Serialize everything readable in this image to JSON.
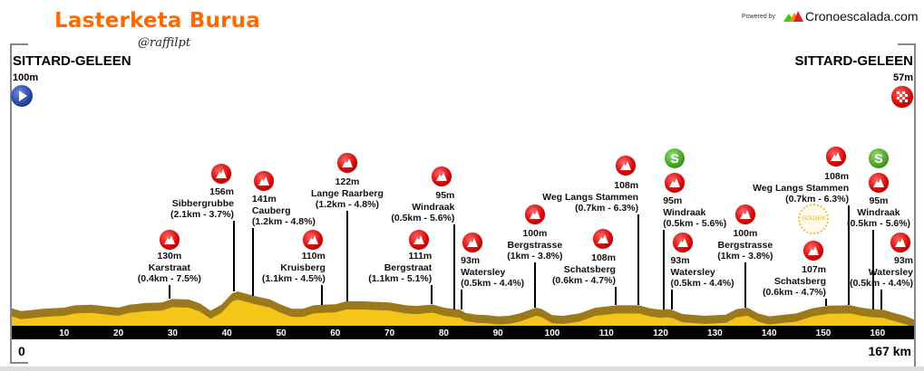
{
  "header": {
    "title": "Lasterketa Burua",
    "handle": "@raffilpt",
    "powered_by": "Powered by",
    "brand": "Cronoescalada.com"
  },
  "start": {
    "city": "SITTARD-GELEEN",
    "altitude": "100m",
    "icon": "start-play-icon"
  },
  "finish": {
    "city": "SITTARD-GELEEN",
    "altitude": "57m",
    "icon": "finish-checkered-icon"
  },
  "axis": {
    "start_label": "0",
    "end_label": "167 km"
  },
  "colors": {
    "profile": "#f5c518",
    "shade": "#9c7a1b",
    "kom": "#d40000",
    "sprint": "#3c9a1a",
    "axis": "#000000"
  },
  "chart_data": {
    "type": "area",
    "title": "Lasterketa Burua",
    "xlabel": "km",
    "ylabel": "m",
    "xlim": [
      0,
      167
    ],
    "x_ticks": [
      10,
      20,
      30,
      40,
      50,
      60,
      70,
      80,
      90,
      100,
      110,
      120,
      130,
      140,
      150,
      160
    ],
    "profile": [
      [
        0,
        100
      ],
      [
        2,
        88
      ],
      [
        4,
        92
      ],
      [
        6,
        96
      ],
      [
        8,
        98
      ],
      [
        10,
        100
      ],
      [
        12,
        108
      ],
      [
        15,
        110
      ],
      [
        18,
        104
      ],
      [
        20,
        100
      ],
      [
        22,
        110
      ],
      [
        25,
        116
      ],
      [
        28,
        118
      ],
      [
        30,
        130
      ],
      [
        33,
        128
      ],
      [
        35,
        115
      ],
      [
        37,
        90
      ],
      [
        39,
        110
      ],
      [
        41,
        150
      ],
      [
        42,
        156
      ],
      [
        45,
        141
      ],
      [
        48,
        128
      ],
      [
        50,
        110
      ],
      [
        52,
        96
      ],
      [
        54,
        96
      ],
      [
        56,
        108
      ],
      [
        57.5,
        110
      ],
      [
        60,
        112
      ],
      [
        62,
        122
      ],
      [
        65,
        122
      ],
      [
        70,
        118
      ],
      [
        73,
        108
      ],
      [
        75,
        106
      ],
      [
        78,
        111
      ],
      [
        80,
        100
      ],
      [
        82,
        95
      ],
      [
        83,
        93
      ],
      [
        84,
        82
      ],
      [
        86,
        76
      ],
      [
        88,
        74
      ],
      [
        90,
        70
      ],
      [
        92,
        72
      ],
      [
        94,
        80
      ],
      [
        97,
        100
      ],
      [
        98,
        96
      ],
      [
        100,
        74
      ],
      [
        102,
        72
      ],
      [
        105,
        80
      ],
      [
        108,
        100
      ],
      [
        112,
        108
      ],
      [
        116,
        108
      ],
      [
        118,
        98
      ],
      [
        120,
        93
      ],
      [
        121,
        95
      ],
      [
        122,
        93
      ],
      [
        124,
        78
      ],
      [
        128,
        72
      ],
      [
        132,
        76
      ],
      [
        134,
        95
      ],
      [
        136,
        100
      ],
      [
        138,
        80
      ],
      [
        140,
        70
      ],
      [
        145,
        80
      ],
      [
        148,
        98
      ],
      [
        151,
        107
      ],
      [
        155,
        108
      ],
      [
        157,
        100
      ],
      [
        159,
        95
      ],
      [
        161,
        93
      ],
      [
        163,
        82
      ],
      [
        165,
        72
      ],
      [
        167,
        57
      ]
    ],
    "climbs": [
      {
        "km": 29.4,
        "altitude": "130m",
        "name": "Karstraat",
        "stats": "(0.4km - 7.5%)"
      },
      {
        "km": 41.3,
        "altitude": "156m",
        "name": "Sibbergrubbe",
        "stats": "(2.1km - 3.7%)"
      },
      {
        "km": 44.8,
        "altitude": "141m",
        "name": "Cauberg",
        "stats": "(1.2km - 4.8%)"
      },
      {
        "km": 57.5,
        "altitude": "110m",
        "name": "Kruisberg",
        "stats": "(1.1km - 4.5%)"
      },
      {
        "km": 62.2,
        "altitude": "122m",
        "name": "Lange Raarberg",
        "stats": "(1.2km - 4.8%)"
      },
      {
        "km": 77.8,
        "altitude": "111m",
        "name": "Bergstraat",
        "stats": "(1.1km - 5.1%)"
      },
      {
        "km": 82,
        "altitude": "95m",
        "name": "Windraak",
        "stats": "(0.5km - 5.6%)"
      },
      {
        "km": 83.3,
        "altitude": "93m",
        "name": "Watersley",
        "stats": "(0.5km - 4.4%)"
      },
      {
        "km": 96.8,
        "altitude": "100m",
        "name": "Bergstrasse",
        "stats": "(1km - 3.8%)"
      },
      {
        "km": 111.7,
        "altitude": "108m",
        "name": "Schatsberg",
        "stats": "(0.6km - 4.7%)"
      },
      {
        "km": 115.9,
        "altitude": "108m",
        "name": "Weg Langs Stammen",
        "stats": "(0.7km - 6.3%)"
      },
      {
        "km": 120.6,
        "altitude": "95m",
        "name": "Windraak",
        "stats": "(0.5km - 5.6%)",
        "sprint": "S"
      },
      {
        "km": 122,
        "altitude": "93m",
        "name": "Watersley",
        "stats": "(0.5km - 4.4%)"
      },
      {
        "km": 135.6,
        "altitude": "100m",
        "name": "Bergstrasse",
        "stats": "(1km - 3.8%)"
      },
      {
        "km": 150.5,
        "altitude": "107m",
        "name": "Schatsberg",
        "stats": "(0.6km - 4.7%)",
        "badge": "GOLDEN"
      },
      {
        "km": 154.7,
        "altitude": "108m",
        "name": "Weg Langs Stammen",
        "stats": "(0.7km - 6.3%)"
      },
      {
        "km": 159.2,
        "altitude": "95m",
        "name": "Windraak",
        "stats": "(0.5km - 5.6%)",
        "sprint": "S"
      },
      {
        "km": 160.7,
        "altitude": "93m",
        "name": "Watersley",
        "stats": "(0.5km - 4.4%)"
      }
    ]
  }
}
